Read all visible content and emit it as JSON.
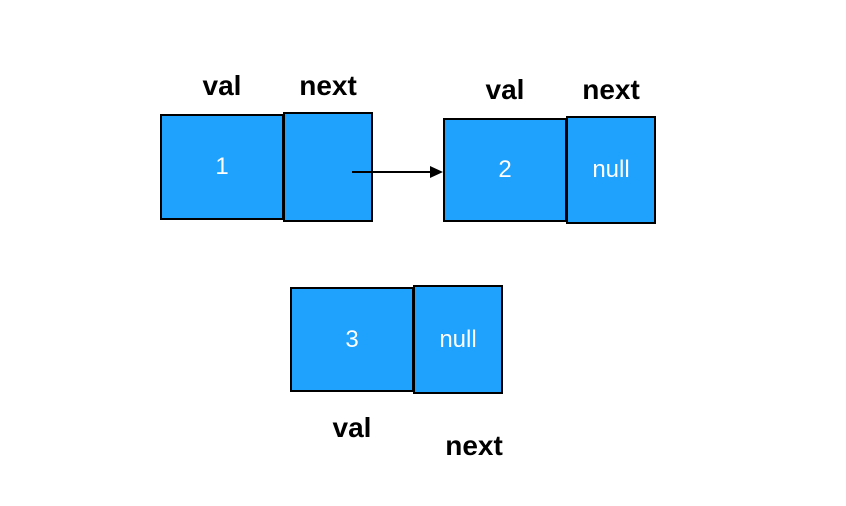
{
  "colors": {
    "box_fill": "#1FA1FE",
    "box_border": "#000000",
    "box_text": "#FFFFFF",
    "label_text": "#000000",
    "arrow": "#000000"
  },
  "nodes": [
    {
      "val_label": "val",
      "next_label": "next",
      "val": "1",
      "next": ""
    },
    {
      "val_label": "val",
      "next_label": "next",
      "val": "2",
      "next": "null"
    },
    {
      "val_label": "val",
      "next_label": "next",
      "val": "3",
      "next": "null"
    }
  ]
}
